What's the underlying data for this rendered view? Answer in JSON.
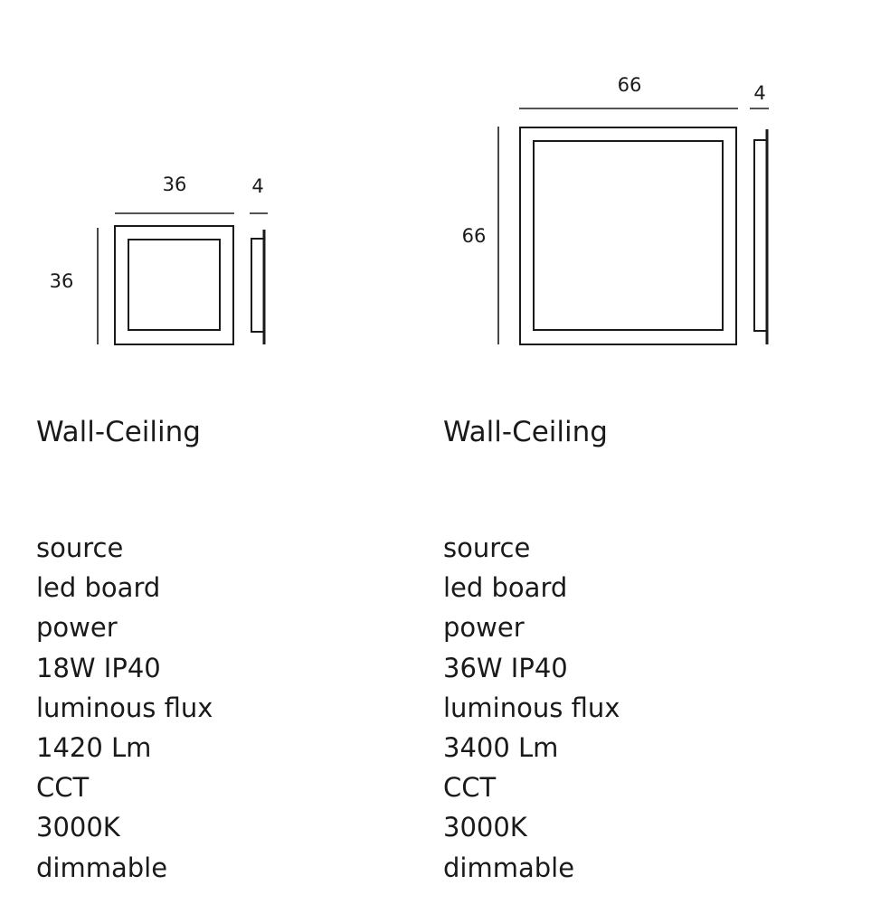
{
  "products": [
    {
      "dimensions": {
        "width": "36",
        "height": "36",
        "depth": "4"
      },
      "title": "Wall-Ceiling",
      "specs": [
        "source",
        "led board",
        "power",
        "18W IP40",
        "luminous flux",
        "1420 Lm",
        "CCT",
        "3000K",
        "dimmable"
      ]
    },
    {
      "dimensions": {
        "width": "66",
        "height": "66",
        "depth": "4"
      },
      "title": "Wall-Ceiling",
      "specs": [
        "source",
        "led board",
        "power",
        "36W IP40",
        "luminous flux",
        "3400 Lm",
        "CCT",
        "3000K",
        "dimmable"
      ]
    }
  ],
  "colors": {
    "ink": "#1a1a1a",
    "background": "#ffffff"
  }
}
